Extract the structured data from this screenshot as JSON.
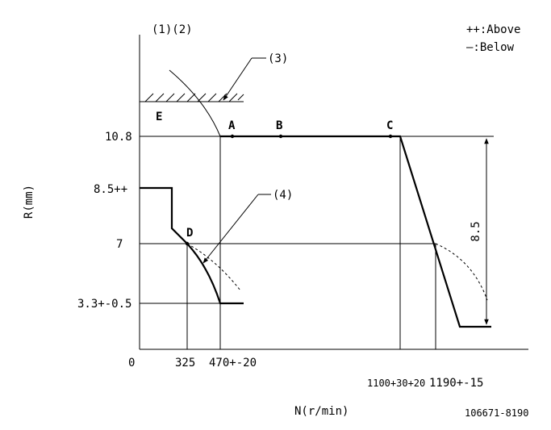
{
  "header": {
    "refs": "(1)(2)",
    "legend_above": "++:Above",
    "legend_below": "—:Below"
  },
  "axes": {
    "y_label": "R(mm)",
    "x_label": "N(r/min)",
    "origin": "0"
  },
  "y_ticks": [
    "10.8",
    "8.5++",
    "7",
    "3.3+-0.5"
  ],
  "x_ticks": [
    "325",
    "470+-20",
    "1100+30+20",
    "1190+-15"
  ],
  "points": [
    "A",
    "B",
    "C",
    "D",
    "E"
  ],
  "callouts": {
    "c3": "(3)",
    "c4": "(4)"
  },
  "dimension": "8.5",
  "doc_code": "106671-8190"
}
